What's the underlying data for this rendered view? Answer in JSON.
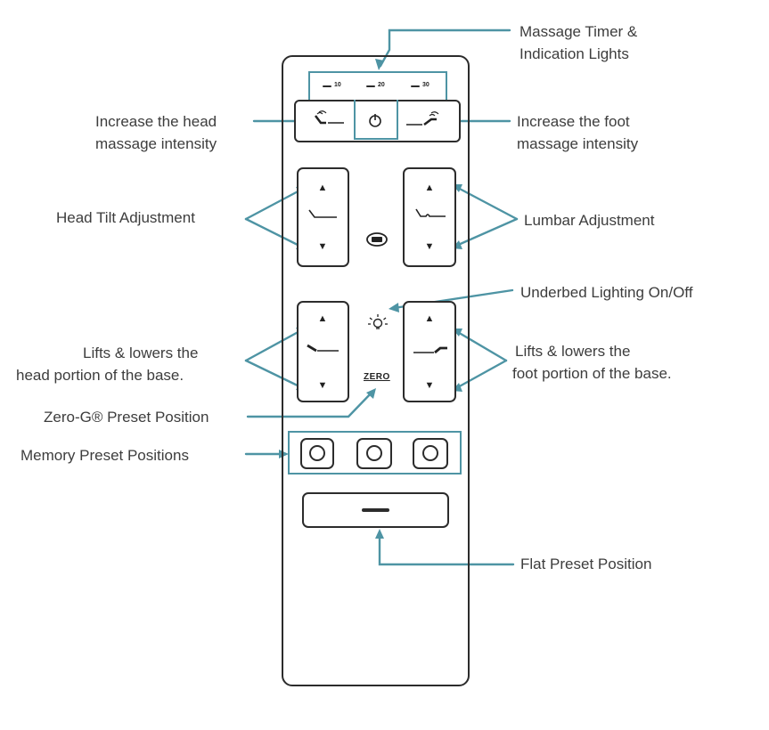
{
  "labels": {
    "massage_timer_line1": "Massage Timer &",
    "massage_timer_line2": "Indication Lights",
    "head_massage_line1": "Increase the head",
    "head_massage_line2": "massage intensity",
    "foot_massage_line1": "Increase the foot",
    "foot_massage_line2": "massage intensity",
    "head_tilt": "Head Tilt Adjustment",
    "lumbar": "Lumbar Adjustment",
    "underbed_lighting": "Underbed Lighting On/Off",
    "head_lift_line1": "Lifts & lowers the",
    "head_lift_line2": "head portion of the base.",
    "foot_lift_line1": "Lifts & lowers the",
    "foot_lift_line2": "foot portion of the base.",
    "zero_g": "Zero-G® Preset Position",
    "memory": "Memory Preset Positions",
    "flat": "Flat Preset Position"
  },
  "remote": {
    "timer_options": [
      "10",
      "20",
      "30"
    ],
    "zero_text": "ZERO",
    "up_glyph": "▲",
    "down_glyph": "▼"
  },
  "colors": {
    "callout": "#4e94a4",
    "outline": "#2c2c2c",
    "text": "#3d3d3d"
  },
  "icons": [
    "head-massage-icon",
    "power-icon",
    "foot-massage-icon",
    "head-tilt-icon",
    "lumbar-icon",
    "tv-icon",
    "head-lift-icon",
    "light-bulb-icon",
    "foot-lift-icon",
    "memory-circle-icon",
    "flat-bar-icon"
  ]
}
